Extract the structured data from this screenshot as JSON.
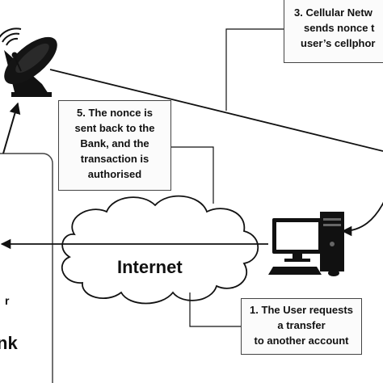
{
  "diagram": {
    "callouts": {
      "step3": {
        "lines": [
          "3. Cellular Netw",
          "sends nonce t",
          "user’s cellphor"
        ]
      },
      "step5": {
        "lines": [
          "5. The nonce is",
          "sent back to the",
          "Bank, and the",
          "transaction is",
          "authorised"
        ]
      },
      "step1": {
        "lines": [
          "1. The User requests",
          "a transfer",
          "to another account"
        ]
      }
    },
    "internet_label": "Internet",
    "bank_fragments": [
      "r",
      "nk"
    ],
    "icons": [
      "satellite-dish-icon",
      "desktop-computer-icon",
      "cloud-icon"
    ],
    "colors": {
      "stroke": "#111111",
      "box_fill": "#fbfbfb",
      "background": "#ffffff"
    }
  }
}
